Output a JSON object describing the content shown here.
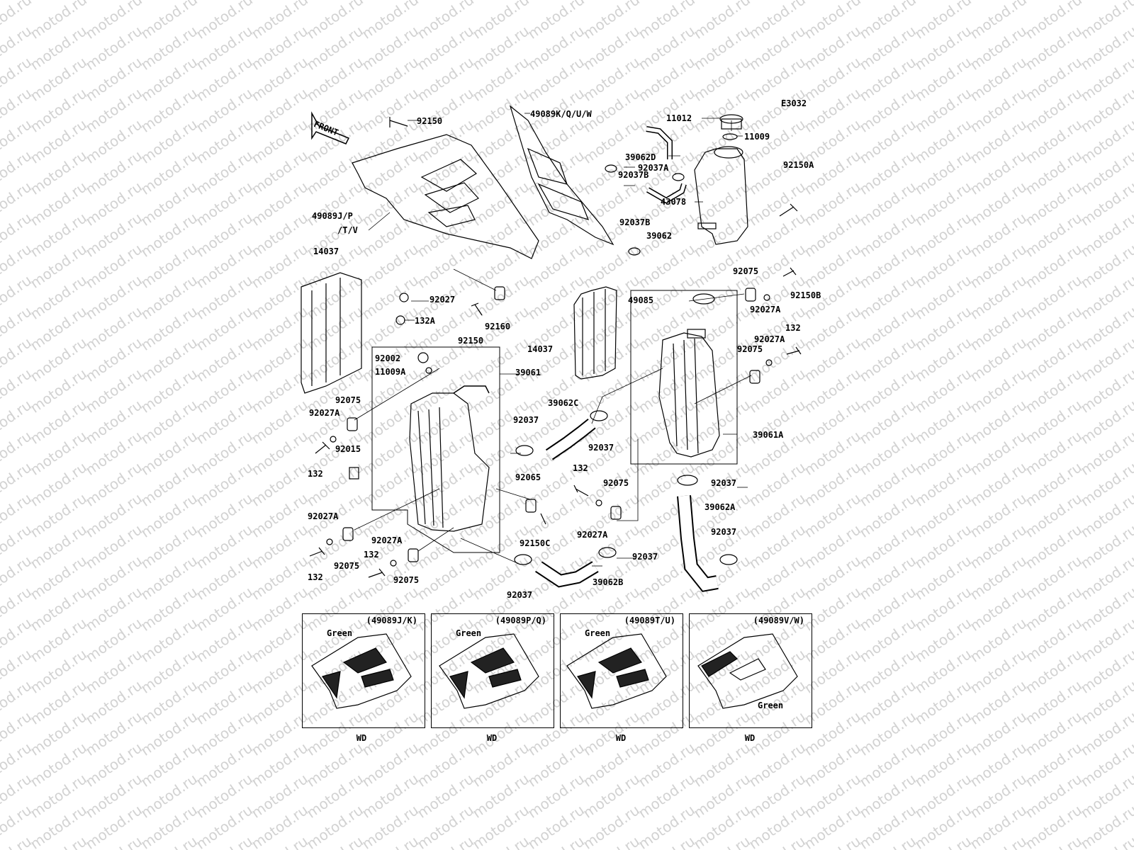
{
  "watermark": "motod.ru",
  "diagram_code": "E3032",
  "front_label": "FRONT",
  "parts": {
    "p92150_top": "92150",
    "p49089K": "49089K/Q/U/W",
    "p11012": "11012",
    "p11009": "11009",
    "p39062D": "39062D",
    "p92037B_a": "92037B",
    "p92037A_a": "92037A",
    "p43078": "43078",
    "p92150A": "92150A",
    "p49089J_l1": "49089J/P",
    "p49089J_l2": "/T/V",
    "p92037B_b": "92037B",
    "p39062": "39062",
    "p14037_a": "14037",
    "p92075_r1": "92075",
    "p92150B": "92150B",
    "p49085": "49085",
    "p92027A_r1": "92027A",
    "p92027": "92027",
    "p132A": "132A",
    "p92160": "92160",
    "p92150_mid": "92150",
    "p132_r": "132",
    "p92027A_r2": "92027A",
    "p92075_r2": "92075",
    "p92002": "92002",
    "p11009A": "11009A",
    "p39061": "39061",
    "p14037_b": "14037",
    "p92075_l1": "92075",
    "p92027A_l1": "92027A",
    "p39062C": "39062C",
    "p92037_c1": "92037",
    "p92037_c2": "92037",
    "p39061A": "39061A",
    "p92015": "92015",
    "p132_l1": "132",
    "p132_c": "132",
    "p92065": "92065",
    "p92075_c": "92075",
    "p92037_r": "92037",
    "p39062A": "39062A",
    "p92027A_l2": "92027A",
    "p92150C": "92150C",
    "p92027A_c": "92027A",
    "p92037_r2": "92037",
    "p92027A_l3": "92027A",
    "p132_l2": "132",
    "p92075_l2": "92075",
    "p92075_l3": "92075",
    "p132_l3": "132",
    "p92037_b1": "92037",
    "p39062B": "39062B",
    "p92037_b2": "92037"
  },
  "variants": [
    {
      "code": "(49089J/K)",
      "color_label": "Green",
      "footer": "WD"
    },
    {
      "code": "(49089P/Q)",
      "color_label": "Green",
      "footer": "WD"
    },
    {
      "code": "(49089T/U)",
      "color_label": "Green",
      "footer": "WD"
    },
    {
      "code": "(49089V/W)",
      "color_label": "Green",
      "footer": "WD"
    }
  ]
}
